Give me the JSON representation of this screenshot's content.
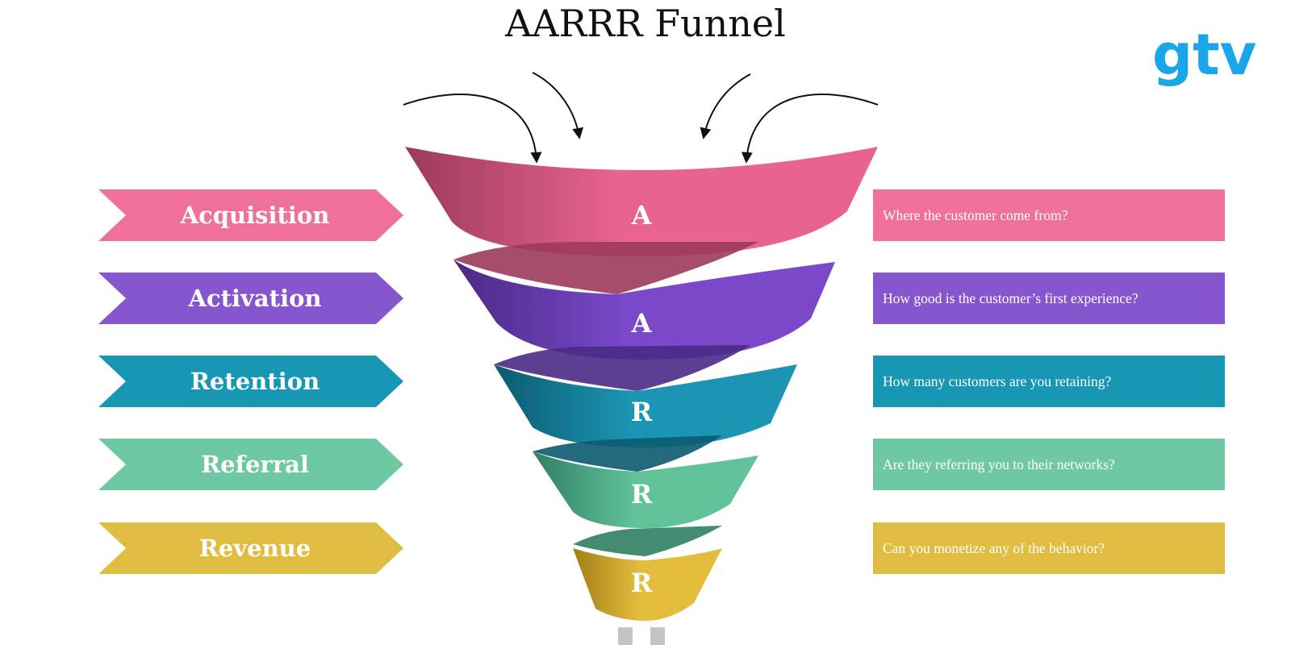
{
  "title": "AARRR Funnel",
  "logo": {
    "text": "gtv",
    "color": "#1aa6e8"
  },
  "stages": [
    {
      "label": "Acquisition",
      "letter": "A",
      "question": "Where the customer come from?",
      "color": "#ef7199",
      "funnel_light": "#e8638d",
      "funnel_dark": "#9c3a5c"
    },
    {
      "label": "Activation",
      "letter": "A",
      "question": "How good  is the customer’s first experience?",
      "color": "#8656cf",
      "funnel_light": "#7a48c9",
      "funnel_dark": "#4a2a86"
    },
    {
      "label": "Retention",
      "letter": "R",
      "question": "How many customers are you retaining?",
      "color": "#1797b3",
      "funnel_light": "#1b95b3",
      "funnel_dark": "#0b5a70"
    },
    {
      "label": "Referral",
      "letter": "R",
      "question": "Are they referring you to their networks?",
      "color": "#6fc8a4",
      "funnel_light": "#5fc299",
      "funnel_dark": "#2f7f63"
    },
    {
      "label": "Revenue",
      "letter": "R",
      "question": "Can you monetize any of the behavior?",
      "color": "#e0bd42",
      "funnel_light": "#e4bc3c",
      "funnel_dark": "#a07f16"
    }
  ]
}
